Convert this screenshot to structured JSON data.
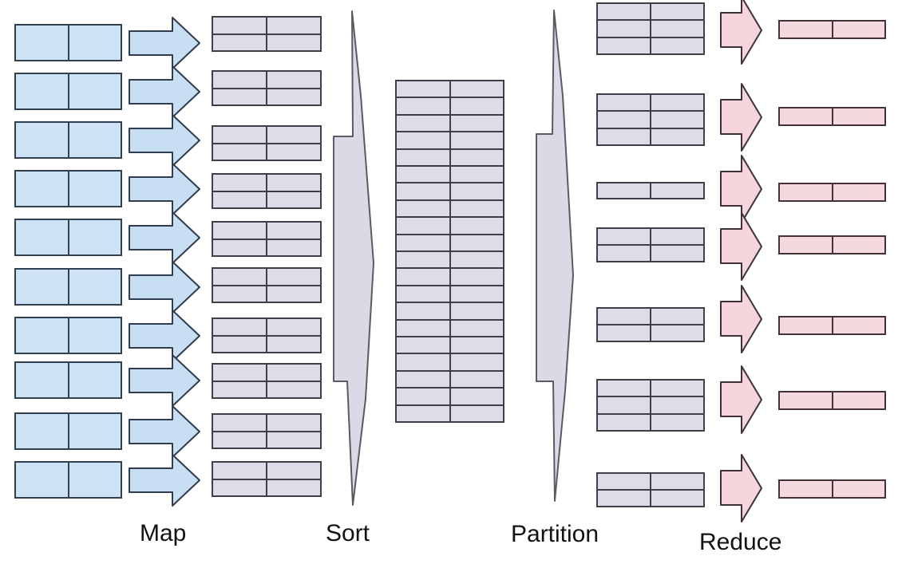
{
  "diagram": {
    "type": "mapreduce-dataflow",
    "stage_labels": [
      {
        "id": "map",
        "label": "Map"
      },
      {
        "id": "sort",
        "label": "Sort"
      },
      {
        "id": "partition",
        "label": "Partition"
      },
      {
        "id": "reduce",
        "label": "Reduce"
      }
    ],
    "colors": {
      "input_fill": "#cde2f4",
      "input_border": "#32404e",
      "map_arrow_fill": "#c8dff3",
      "map_arrow_border": "#2e3c4d",
      "intermediate_fill": "#dcdde9",
      "intermediate_border": "#3f3f4a",
      "funnel_fill": "#d9dae6",
      "funnel_border": "#5a5a64",
      "output_fill": "#f4d9df",
      "output_border": "#453138",
      "reduce_arrow_fill": "#f5d4dc",
      "reduce_arrow_border": "#3f3138",
      "label_color": "#121212",
      "background": "#ffffff"
    },
    "structure": {
      "input_records": 10,
      "input_cells_per_record": 2,
      "map_arrows": 10,
      "map_output_groups": 10,
      "map_output_rows_per_group": 2,
      "map_output_cols": 2,
      "sorted_table_rows": 20,
      "sorted_table_cols": 2,
      "partition_groups": 7,
      "partition_group_rows": [
        3,
        3,
        1,
        2,
        2,
        3,
        2
      ],
      "partition_cols": 2,
      "reduce_arrows": 7,
      "output_records": 7,
      "output_cells_per_record": 2
    }
  }
}
